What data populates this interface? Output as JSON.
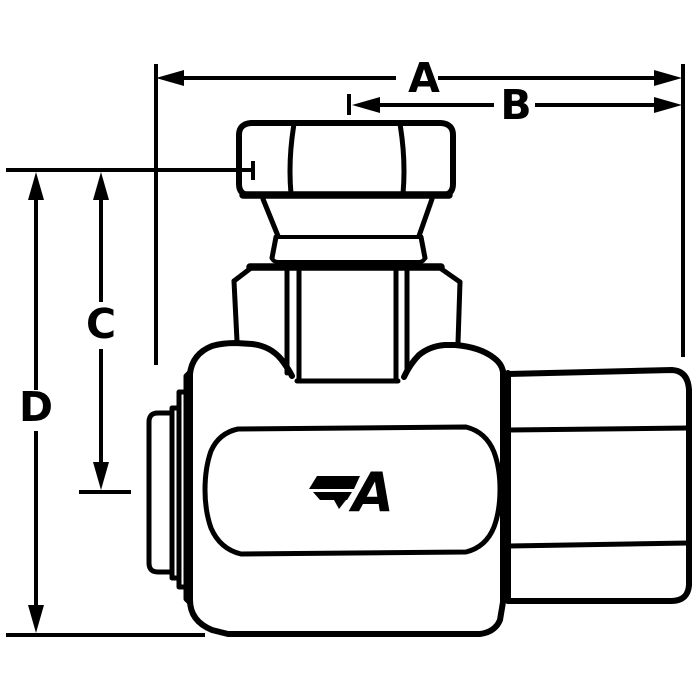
{
  "figure": {
    "kind": "technical-line-drawing",
    "dim_labels": {
      "a": "A",
      "b": "B",
      "c": "C",
      "d": "D"
    },
    "logo_letter": "A",
    "colors": {
      "ink": "#000000",
      "paper": "#ffffff"
    }
  }
}
